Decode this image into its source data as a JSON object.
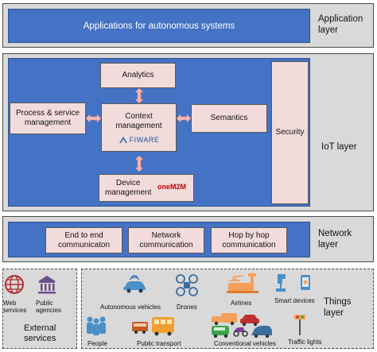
{
  "application_layer": {
    "box_text": "Applications for autonomous systems",
    "label_line1": "Application",
    "label_line2": "layer"
  },
  "iot_layer": {
    "label": "IoT layer",
    "analytics": "Analytics",
    "process_line1": "Process & service",
    "process_line2": "management",
    "context_line1": "Context",
    "context_line2": "management",
    "fiware_logo": "FIWARE",
    "semantics": "Semantics",
    "security": "Security",
    "device_line1": "Device",
    "device_line2": "management",
    "onem2m_logo": "oneM2M"
  },
  "network_layer": {
    "label_line1": "Network",
    "label_line2": "layer",
    "e2e_line1": "End to end",
    "e2e_line2": "communicaton",
    "net_line1": "Network",
    "net_line2": "communication",
    "hop_line1": "Hop by hop",
    "hop_line2": "communication"
  },
  "external_services": {
    "label_line1": "External",
    "label_line2": "services",
    "web_line1": "Web",
    "web_line2": "services",
    "public_line1": "Public",
    "public_line2": "agencies"
  },
  "things_layer": {
    "label_line1": "Things",
    "label_line2": "layer",
    "autonomous_vehicles": "Autonomous vehicles",
    "drones": "Drones",
    "airlines": "Airlines",
    "smart_devices": "Smart devices",
    "people": "People",
    "public_transport": "Public transport",
    "conventional_vehicles": "Conventional vehicles",
    "traffic_lights": "Traffic lights"
  },
  "colors": {
    "panel_blue": "#4472c4",
    "box_pink": "#f2dcdb",
    "frame_gray": "#d9d9d9",
    "arrow_pink": "#f4b6b0"
  }
}
